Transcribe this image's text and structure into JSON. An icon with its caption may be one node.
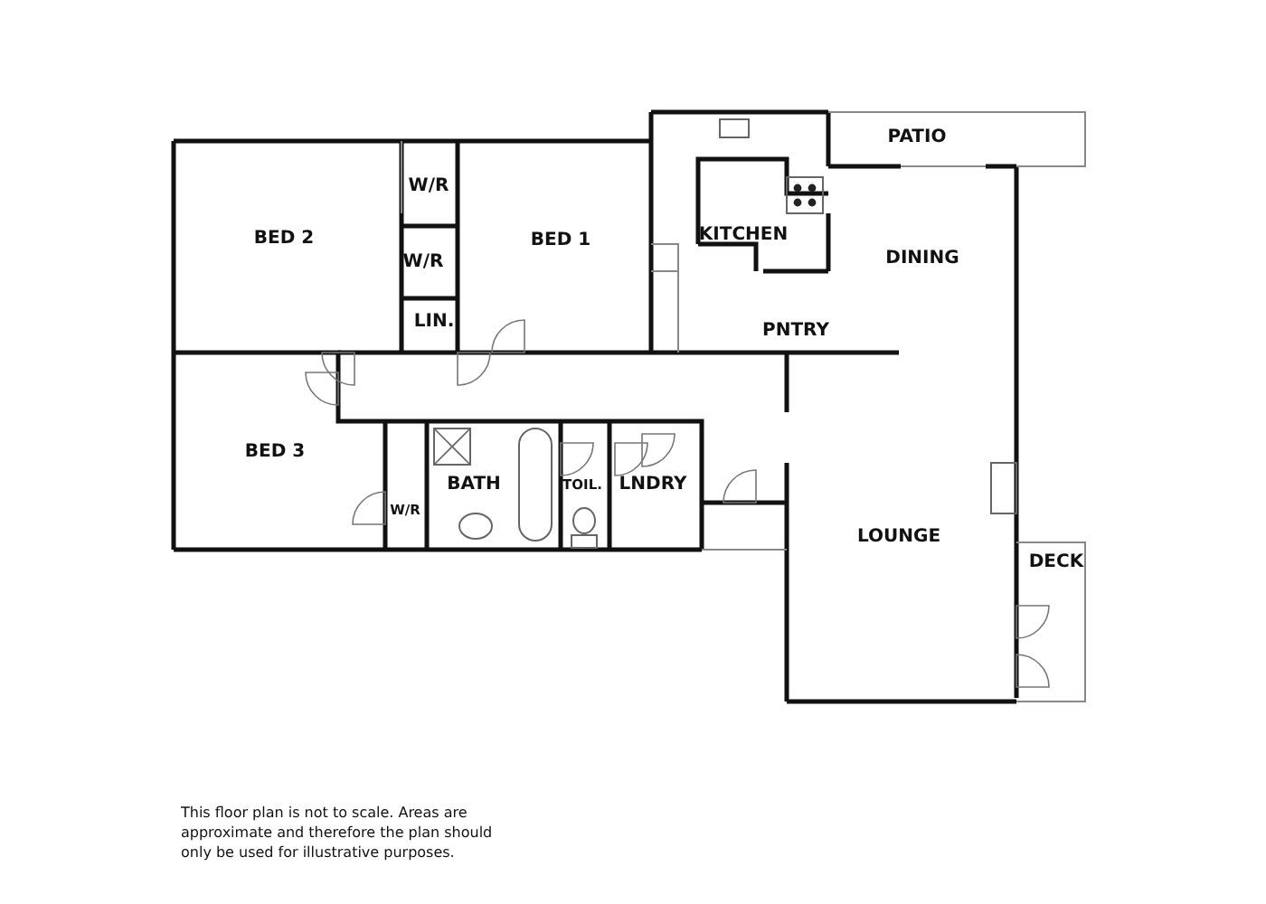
{
  "diagram": {
    "caption": "This floor plan is not to scale. Areas are approximate and therefore the plan should only be used for illustrative purposes.",
    "nodes": [
      {
        "text": [
          "BED 2"
        ]
      },
      {
        "text": [
          "W/R"
        ]
      },
      {
        "text": [
          "W/R"
        ]
      },
      {
        "text": [
          "LIN."
        ]
      },
      {
        "text": [
          "BED 1"
        ]
      },
      {
        "text": [
          "KITCHEN"
        ]
      },
      {
        "text": [
          "PATIO"
        ]
      },
      {
        "text": [
          "DINING"
        ]
      },
      {
        "text": [
          "PNTRY"
        ]
      },
      {
        "text": [
          "BED 3"
        ]
      },
      {
        "text": [
          "W/R"
        ]
      },
      {
        "text": [
          "BATH"
        ]
      },
      {
        "text": [
          "TOIL."
        ]
      },
      {
        "text": [
          "LNDRY"
        ]
      },
      {
        "text": [
          "LOUNGE"
        ]
      },
      {
        "text": [
          "DECK"
        ]
      }
    ]
  }
}
